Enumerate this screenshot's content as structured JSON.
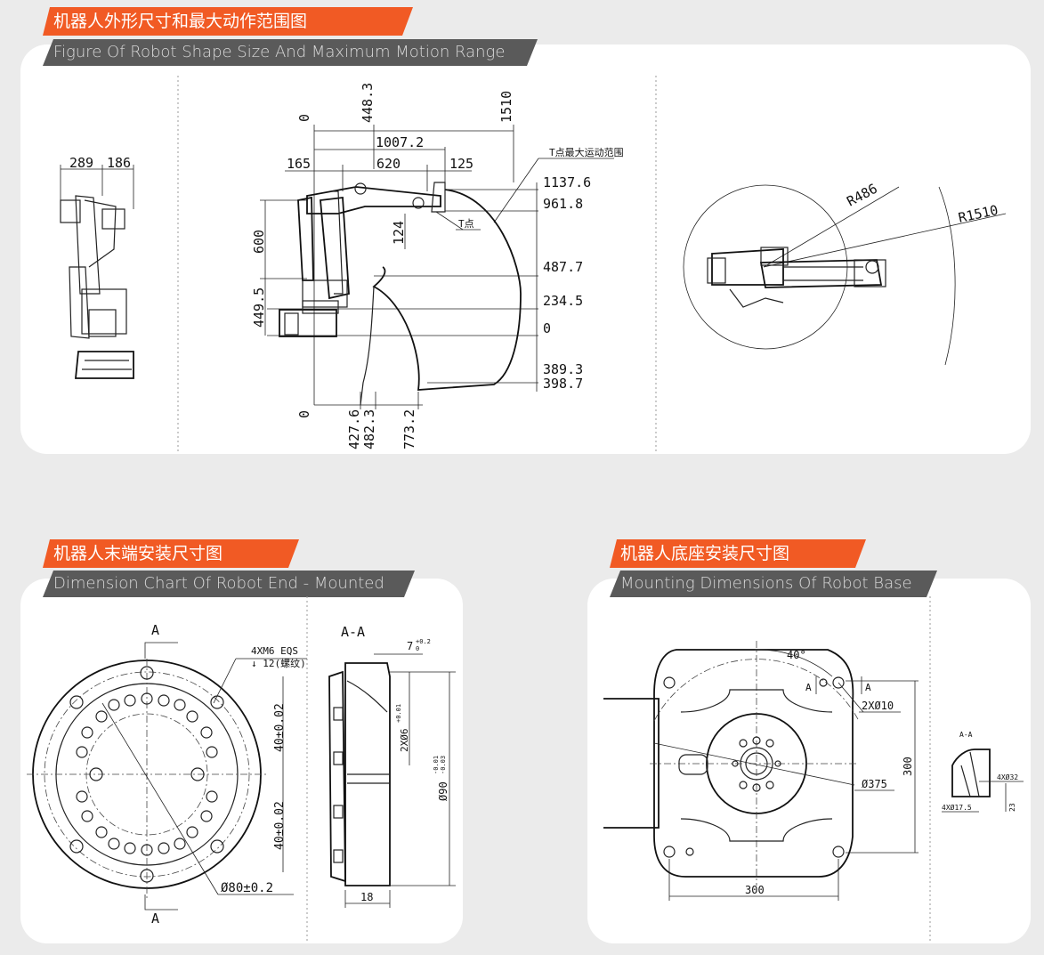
{
  "sections": {
    "motion": {
      "title_cn": "机器人外形尺寸和最大动作范围图",
      "title_en": "Figure Of Robot Shape Size And Maximum Motion Range"
    },
    "end": {
      "title_cn": "机器人末端安装尺寸图",
      "title_en": "Dimension Chart Of Robot End - Mounted"
    },
    "base": {
      "title_cn": "机器人底座安装尺寸图",
      "title_en": "Mounting Dimensions Of Robot Base"
    }
  },
  "motion_dims": {
    "d289": "289",
    "d186": "186",
    "d448": "448.3",
    "d1510": "1510",
    "d1007": "1007.2",
    "d165": "165",
    "d620": "620",
    "d125": "125",
    "d1137": "1137.6",
    "d961": "961.8",
    "d487": "487.7",
    "d234": "234.5",
    "d0r": "0",
    "d389": "389.3",
    "d398": "398.7",
    "d600": "600",
    "d449": "449.5",
    "d124": "124",
    "d0top": "0",
    "d0bot": "0",
    "d427": "427.6",
    "d482": "482.3",
    "d773": "773.2",
    "tpoint_range": "T点最大运动范围",
    "tpoint": "T点",
    "r486": "R486",
    "r1510": "R1510"
  },
  "end_dims": {
    "a_top": "A",
    "a_bot": "A",
    "screw1": "4XM6 EQS",
    "screw2": "↓ 12(螺纹)",
    "d40a": "40±0.02",
    "d40b": "40±0.02",
    "d80": "Ø80±0.2",
    "section": "A-A",
    "d7": "7",
    "d7tol": "+0.2",
    "d7tol2": "0",
    "d6": "2XØ6",
    "d6tol": "+0.01",
    "d90": "Ø90",
    "d90tol": "-0.01",
    "d90tol2": "-0.03",
    "d18": "18"
  },
  "base_dims": {
    "ang40": "40°",
    "a1": "A",
    "a2": "A",
    "d10": "2XØ10",
    "d375": "Ø375",
    "d300v": "300",
    "d300h": "300",
    "section": "A-A",
    "d32": "4XØ32",
    "d17": "4XØ17.5",
    "d23": "23"
  },
  "colors": {
    "accent": "#f15a24",
    "subtitle_bg": "#5a5a5a",
    "background": "#ebebeb",
    "panel": "#ffffff"
  }
}
